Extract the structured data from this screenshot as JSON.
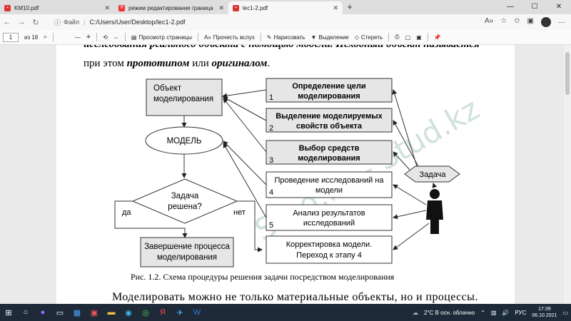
{
  "browser": {
    "tabs": [
      {
        "title": "KM10.pdf",
        "icon": "pdf-icon",
        "color": "#d33"
      },
      {
        "title": "режим редактирование граница",
        "icon": "yandex-icon",
        "color": "#e33"
      },
      {
        "title": "lec1-2.pdf",
        "icon": "pdf-icon",
        "color": "#d33"
      }
    ],
    "address": {
      "label": "Файл",
      "url": "C:/Users/User/Desktop/lec1-2.pdf"
    }
  },
  "pdf_toolbar": {
    "page_current": "1",
    "page_total": "из 18",
    "view_page": "Просмотр страницы",
    "read_aloud": "Прочесть вслух",
    "draw": "Нарисовать",
    "highlight": "Выделение",
    "erase": "Стереть"
  },
  "document": {
    "line1": "исследования реального объекта с помощью модели. Исходный объект называется",
    "line2_a": "при этом ",
    "line2_b": "прототипом",
    "line2_c": " или ",
    "line2_d": "оригиналом",
    "line2_e": ".",
    "caption": "Рис. 1.2. Схема процедуры решения задачи посредством моделирования",
    "last_line": "Моделировать можно не только материальные объекты, но и процессы.",
    "watermark": "Stud.kz - Stud.kz"
  },
  "diagram": {
    "object_box": [
      "Объект",
      "моделирования"
    ],
    "model_oval": "МОДЕЛЬ",
    "decision": [
      "Задача",
      "решена?"
    ],
    "yes": "да",
    "no": "нет",
    "finish_box": [
      "Завершение процесса",
      "моделирования"
    ],
    "task_hex": "Задача",
    "steps": [
      {
        "num": "1",
        "lines": [
          "Определение цели",
          "моделирования"
        ]
      },
      {
        "num": "2",
        "lines": [
          "Выделение моделируемых",
          "свойств объекта"
        ]
      },
      {
        "num": "3",
        "lines": [
          "Выбор средств",
          "моделирования"
        ]
      },
      {
        "num": "4",
        "lines": [
          "Проведение исследований на",
          "модели"
        ]
      },
      {
        "num": "5",
        "lines": [
          "Анализ результатов",
          "исследований"
        ]
      },
      {
        "num": "",
        "lines": [
          "Корректировка модели.",
          "Переход к этапу 4"
        ]
      }
    ]
  },
  "taskbar": {
    "weather": "2°C  В осн. облачно",
    "lang": "РУС",
    "time": "17:39",
    "date": "06.10.2021"
  }
}
